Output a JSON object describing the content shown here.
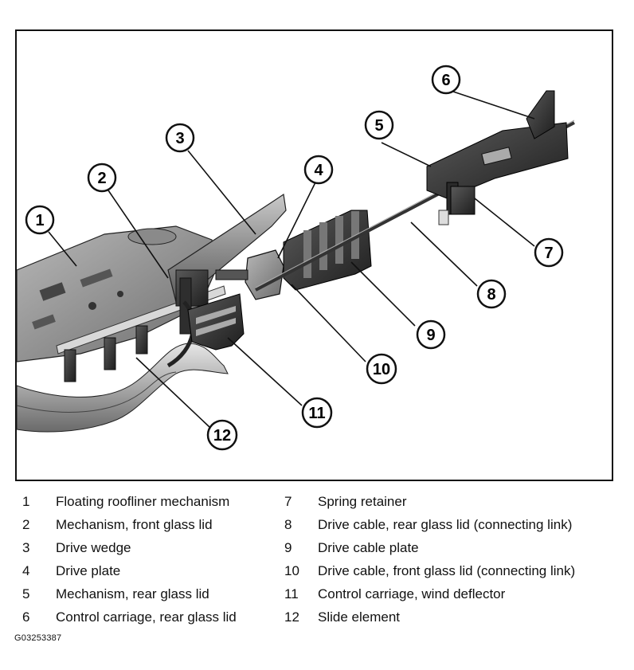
{
  "figure_id": "G03253387",
  "callouts": [
    "1",
    "2",
    "3",
    "4",
    "5",
    "6",
    "7",
    "8",
    "9",
    "10",
    "11",
    "12"
  ],
  "legend": [
    {
      "num": "1",
      "text": "Floating roofliner mechanism"
    },
    {
      "num": "2",
      "text": "Mechanism, front glass lid"
    },
    {
      "num": "3",
      "text": "Drive wedge"
    },
    {
      "num": "4",
      "text": "Drive plate"
    },
    {
      "num": "5",
      "text": "Mechanism, rear glass lid"
    },
    {
      "num": "6",
      "text": "Control carriage, rear glass lid"
    },
    {
      "num": "7",
      "text": "Spring retainer"
    },
    {
      "num": "8",
      "text": "Drive cable, rear glass lid (connecting link)"
    },
    {
      "num": "9",
      "text": "Drive cable plate"
    },
    {
      "num": "10",
      "text": "Drive cable, front glass lid (connecting link)"
    },
    {
      "num": "11",
      "text": "Control carriage, wind deflector"
    },
    {
      "num": "12",
      "text": "Slide element"
    }
  ]
}
